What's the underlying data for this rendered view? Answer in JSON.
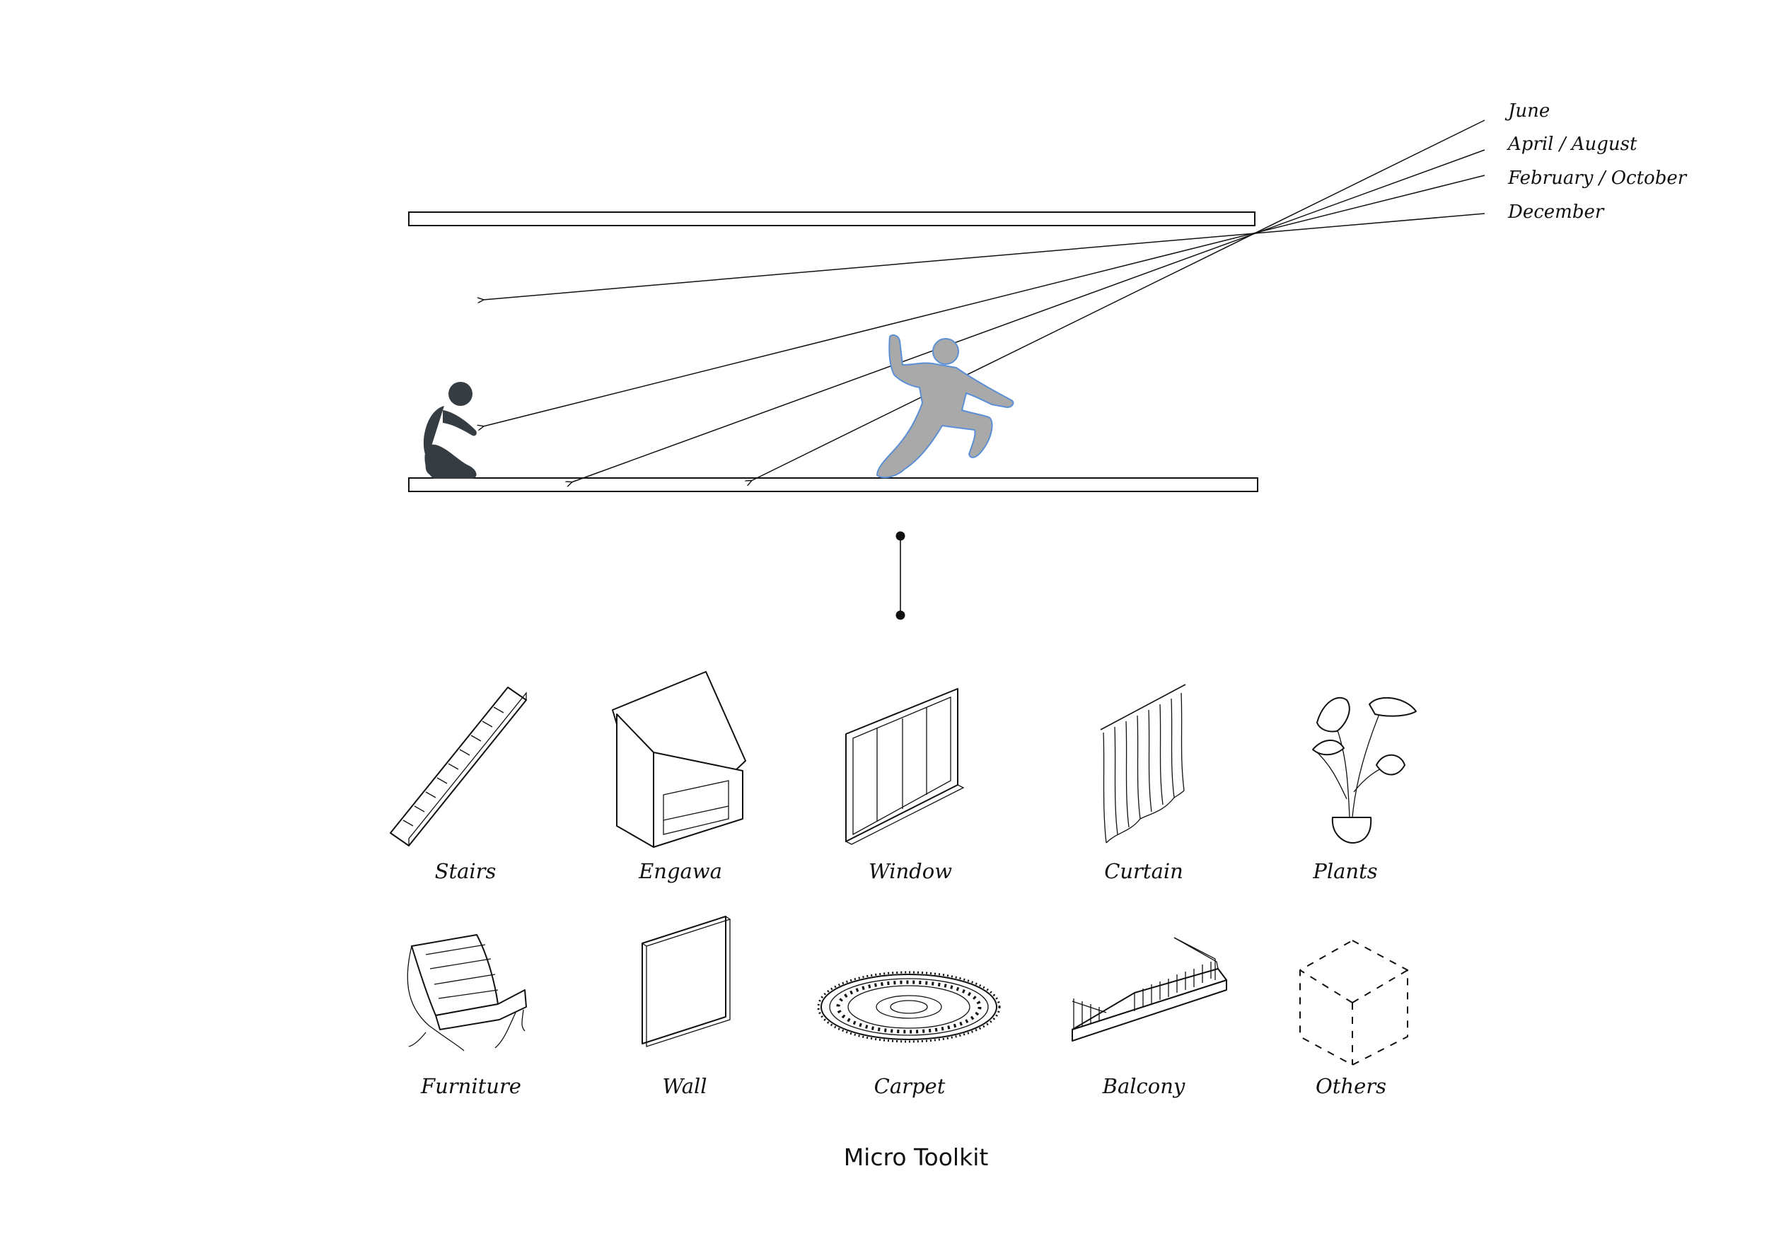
{
  "sun_angles": [
    "June",
    "April / August",
    "February / October",
    "December"
  ],
  "toolkit": {
    "row1": [
      "Stairs",
      "Engawa",
      "Window",
      "Curtain",
      "Plants"
    ],
    "row2": [
      "Furniture",
      "Wall",
      "Carpet",
      "Balcony",
      "Others"
    ],
    "title": "Micro Toolkit"
  },
  "colors": {
    "line": "#111111",
    "crouching_figure": "#353c42",
    "standing_figure_fill": "#a9a9a9",
    "standing_figure_outline": "#5b8fd6"
  }
}
